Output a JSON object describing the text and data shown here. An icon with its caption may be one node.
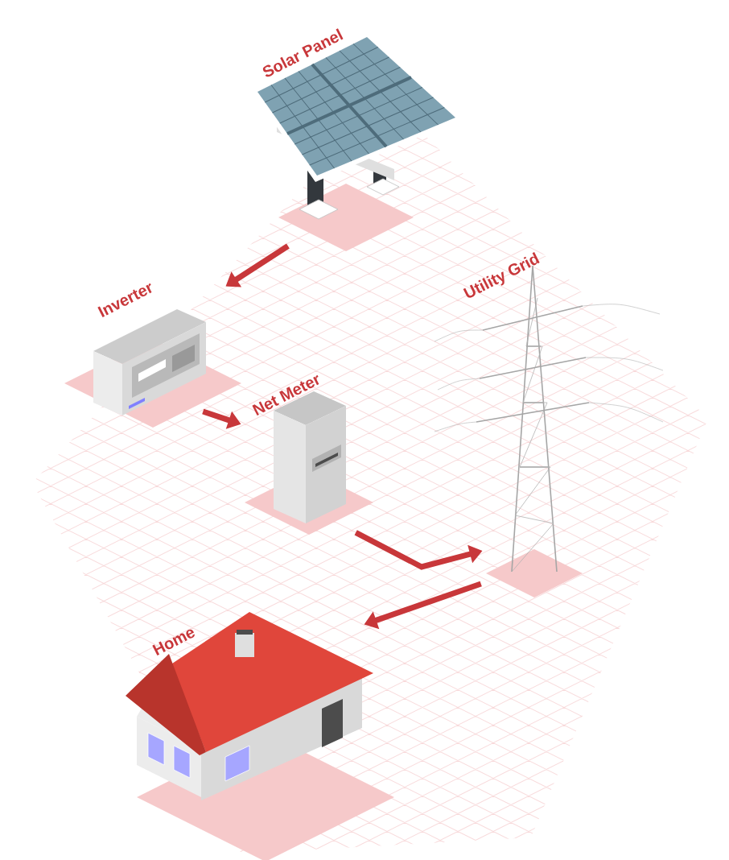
{
  "diagram": {
    "nodes": [
      {
        "text": [
          "Solar Panel"
        ]
      },
      {
        "text": [
          "Inverter"
        ]
      },
      {
        "text": [
          "Net Meter"
        ]
      },
      {
        "text": [
          "Utility Grid"
        ]
      },
      {
        "text": [
          "Home"
        ]
      }
    ],
    "edges": [
      {
        "from": 0,
        "to": 1,
        "arrow": "to"
      },
      {
        "from": 1,
        "to": 2,
        "arrow": "to"
      },
      {
        "from": 2,
        "to": 3,
        "arrow": "to"
      },
      {
        "from": 3,
        "to": 4,
        "arrow": "to"
      }
    ]
  }
}
